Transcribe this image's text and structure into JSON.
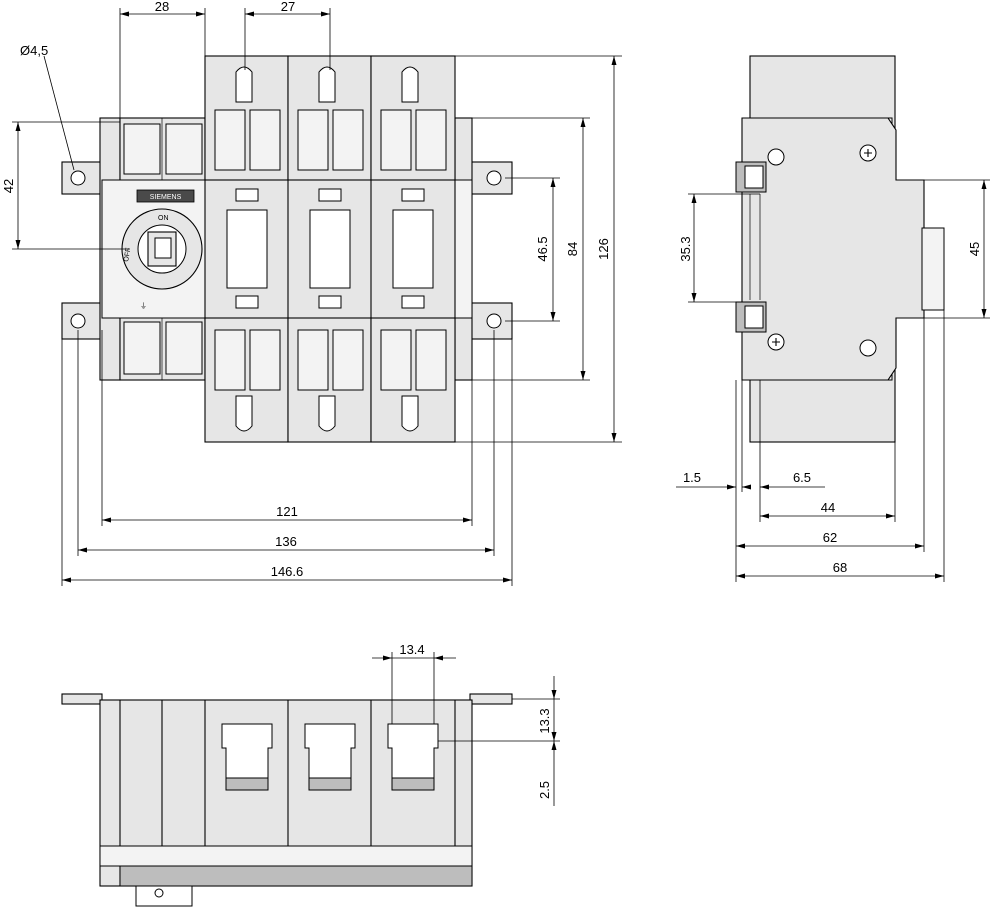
{
  "brand": "SIEMENS",
  "handle_labels": {
    "on": "ON",
    "off": "OFF"
  },
  "front_view": {
    "dims": {
      "top_pole_gap": "28",
      "pole_pitch": "27",
      "hole_diameter": "Ø4,5",
      "mount_vertical": "42",
      "inner_height": "46.5",
      "mid_height": "84",
      "total_height": "126",
      "width_121": "121",
      "width_136": "136",
      "width_total": "146.6"
    }
  },
  "side_view": {
    "dims": {
      "rail_height": "35.3",
      "front_height": "45",
      "offset_1_5": "1.5",
      "offset_6_5": "6.5",
      "depth_44": "44",
      "depth_62": "62",
      "depth_68": "68"
    }
  },
  "bottom_view": {
    "dims": {
      "width_13_4": "13.4",
      "height_13_3": "13.3",
      "height_2_5": "2.5"
    }
  }
}
